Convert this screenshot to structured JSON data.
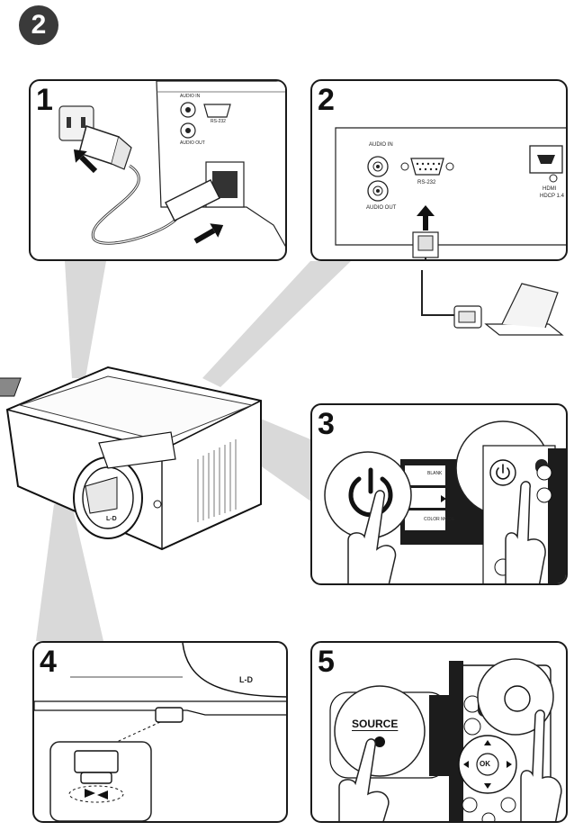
{
  "step_badge": "2",
  "panels": {
    "p1": {
      "num": "1",
      "audio_in": "AUDIO IN",
      "audio_out": "AUDIO OUT",
      "rs232": "RS-232"
    },
    "p2": {
      "num": "2",
      "audio_in": "AUDIO IN",
      "audio_out": "AUDIO OUT",
      "rs232": "RS-232",
      "hdmi": "HDMI",
      "hdcp": "HDCP 1.4"
    },
    "p3": {
      "num": "3",
      "blank": "BLANK",
      "color_mode": "COLOR MODE"
    },
    "p4": {
      "num": "4",
      "brand": "L-D"
    },
    "p5": {
      "num": "5",
      "source": "SOURCE",
      "ok": "OK"
    }
  },
  "projector": {
    "brand": "L-D"
  },
  "icons": [
    "power-icon",
    "arrow-icon",
    "source-icon",
    "help-icon",
    "bluetooth-icon",
    "settings-icon",
    "back-icon",
    "home-icon"
  ]
}
